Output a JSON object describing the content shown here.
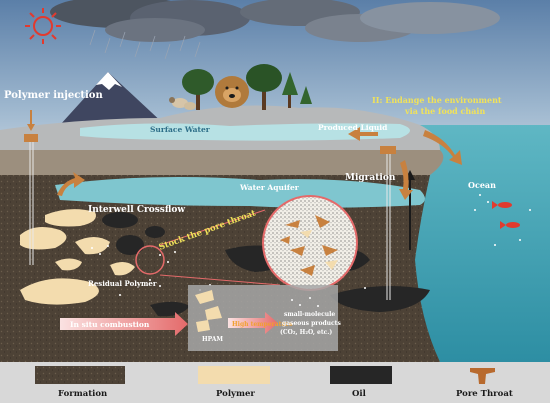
{
  "labels": {
    "polymer_injection": "Polymer injection",
    "surface_water": "Surface Water",
    "produced_liquid": "Produced Liquid",
    "endanger": "II:  Endange the environment",
    "food_chain": "via the food chain",
    "water_aquifer": "Water Aquifer",
    "migration": "Migration",
    "ocean": "Ocean",
    "interwell_crossflow": "Interwell Crossflow",
    "stock_pore_throat": "Stock the pore throat",
    "residual_polymer": "Residual Polymer",
    "in_situ_combustion": "In situ combustion",
    "hpam": "HPAM",
    "high_temperature": "High temperature",
    "small_molecule": "small-molecule",
    "gaseous_products": "gaseous products",
    "products_formula": "(CO₂, H₂O, etc.)"
  },
  "legend": {
    "formation": "Formation",
    "polymer": "Polymer",
    "oil": "Oil",
    "pore_throat": "Pore Throat"
  },
  "colors": {
    "sky_top": "#5b7fa8",
    "sky_bottom": "#d8e4ee",
    "ocean": "#3f9fb0",
    "formation": "#4a3f33",
    "polymer": "#f3dcae",
    "oil": "#262626",
    "pore_throat": "#b86a2e",
    "arrow": "#c8813f",
    "combustion_arrow": "#e58b8b"
  }
}
